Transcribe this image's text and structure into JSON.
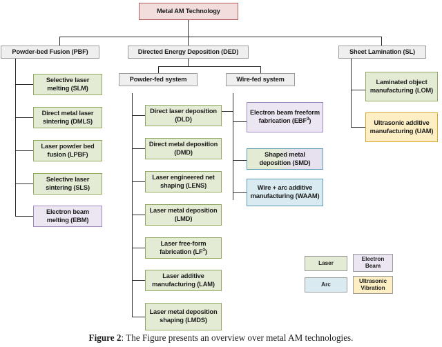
{
  "figure": {
    "caption_label": "Figure 2",
    "caption_text": ": The Figure presents an overview over metal AM technologies."
  },
  "colors": {
    "root_fill": "#f2dcdc",
    "root_border": "#b35b5b",
    "grey_fill": "#efefef",
    "grey_border": "#9a9a9a",
    "laser_fill": "#e3ebd5",
    "laser_border": "#92a860",
    "electron_beam_fill": "#ece6f2",
    "electron_beam_border": "#9b86be",
    "arc_fill": "#d9eaf1",
    "arc_border": "#5b9cb5",
    "ultrasonic_fill": "#fdeec4",
    "ultrasonic_border": "#d9a62c",
    "connector": "#2b2b2b"
  },
  "diagram": {
    "type": "tree",
    "root": {
      "label": "Metal AM Technology",
      "category": "root"
    },
    "branches": [
      {
        "id": "pbf",
        "label": "Powder-bed Fusion (PBF)",
        "category": "grey",
        "children": [
          {
            "id": "slm",
            "label": "Selective laser melting (SLM)",
            "category": "laser"
          },
          {
            "id": "dmls",
            "label": "Direct metal laser sintering (DMLS)",
            "category": "laser"
          },
          {
            "id": "lpbf",
            "label": "Laser powder bed fusion (LPBF)",
            "category": "laser"
          },
          {
            "id": "sls",
            "label": "Selective laser sintering (SLS)",
            "category": "laser"
          },
          {
            "id": "ebm",
            "label": "Electron beam melting (EBM)",
            "category": "electron-beam"
          }
        ]
      },
      {
        "id": "ded",
        "label": "Directed Energy Deposition (DED)",
        "category": "grey",
        "children": [
          {
            "id": "powder-fed",
            "label": "Powder-fed system",
            "category": "grey",
            "children": [
              {
                "id": "dld",
                "label": "Direct laser deposition (DLD)",
                "category": "laser"
              },
              {
                "id": "dmd",
                "label": "Direct metal deposition (DMD)",
                "category": "laser"
              },
              {
                "id": "lens",
                "label": "Laser engineered net shaping (LENS)",
                "category": "laser"
              },
              {
                "id": "lmd",
                "label": "Laser metal deposition (LMD)",
                "category": "laser"
              },
              {
                "id": "lf3",
                "label": "Laser free-form fabrication (LF3)",
                "category": "laser",
                "label_html": "Laser free-form fabrication (LF<sup>3</sup>)"
              },
              {
                "id": "lam",
                "label": "Laser additive manufacturing (LAM)",
                "category": "laser"
              },
              {
                "id": "lmds",
                "label": "Laser metal deposition shaping (LMDS)",
                "category": "laser"
              }
            ]
          },
          {
            "id": "wire-fed",
            "label": "Wire-fed system",
            "category": "grey",
            "children": [
              {
                "id": "ebf3",
                "label": "Electron beam freeform fabrication (EBF3)",
                "category": "electron-beam",
                "label_html": "Electron beam freeform fabrication (EBF<sup>3</sup>)"
              },
              {
                "id": "smd",
                "label": "Shaped metal deposition (SMD)",
                "category": "laser-electron-beam-arc"
              },
              {
                "id": "waam",
                "label": "Wire + arc additive manufacturing (WAAM)",
                "category": "arc"
              }
            ]
          }
        ]
      },
      {
        "id": "sl",
        "label": "Sheet Lamination (SL)",
        "category": "grey",
        "children": [
          {
            "id": "lom",
            "label": "Laminated object manufacturing (LOM)",
            "category": "laser"
          },
          {
            "id": "uam",
            "label": "Ultrasonic additive manufacturing (UAM)",
            "category": "ultrasonic-vibration"
          }
        ]
      }
    ]
  },
  "legend": {
    "items": [
      {
        "id": "laser",
        "label": "Laser",
        "category": "laser"
      },
      {
        "id": "ebeam",
        "label": "Electron Beam",
        "category": "electron-beam"
      },
      {
        "id": "arc",
        "label": "Arc",
        "category": "arc"
      },
      {
        "id": "ultrasonic",
        "label": "Ultrasonic Vibration",
        "category": "ultrasonic-vibration"
      }
    ]
  }
}
